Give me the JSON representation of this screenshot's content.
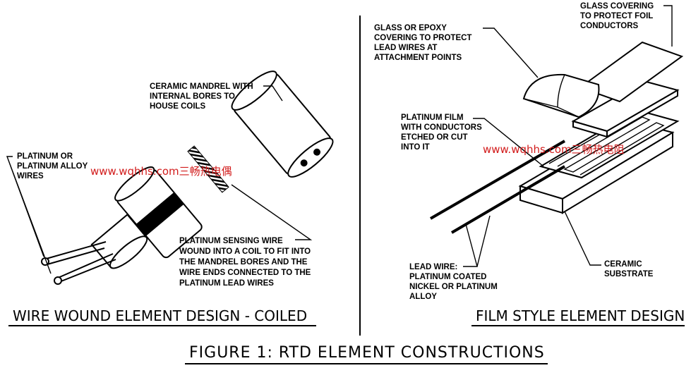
{
  "left_panel": {
    "label_platinum_wires": [
      "PLATINUM OR",
      "PLATINUM ALLOY",
      "WIRES"
    ],
    "label_mandrel": [
      "CERAMIC MANDREL WITH",
      "INTERNAL BORES TO",
      "HOUSE COILS"
    ],
    "label_sensing_wire": [
      "PLATINUM SENSING WIRE",
      "WOUND INTO A COIL TO FIT INTO",
      "THE MANDREL BORES AND THE",
      "WIRE ENDS CONNECTED TO THE",
      "PLATINUM LEAD WIRES"
    ],
    "caption": "WIRE WOUND ELEMENT DESIGN - COILED",
    "watermark": "www.wqhhs.com三畅热电偶"
  },
  "right_panel": {
    "label_glass_cover": [
      "GLASS COVERING",
      "TO PROTECT FOIL",
      "CONDUCTORS"
    ],
    "label_epoxy": [
      "GLASS OR EPOXY",
      "COVERING TO PROTECT",
      "LEAD WIRES AT",
      "ATTACHMENT POINTS"
    ],
    "label_film": [
      "PLATINUM FILM",
      "WITH CONDUCTORS",
      "ETCHED OR CUT",
      "INTO IT"
    ],
    "label_lead_wire": [
      "LEAD WIRE:",
      "PLATINUM COATED",
      "NICKEL OR PLATINUM",
      "ALLOY"
    ],
    "label_substrate": [
      "CERAMIC",
      "SUBSTRATE"
    ],
    "caption": "FILM STYLE ELEMENT DESIGN",
    "watermark": "www.wqhhs.com三畅热电阻"
  },
  "figure_title": "FIGURE 1: RTD ELEMENT CONSTRUCTIONS"
}
